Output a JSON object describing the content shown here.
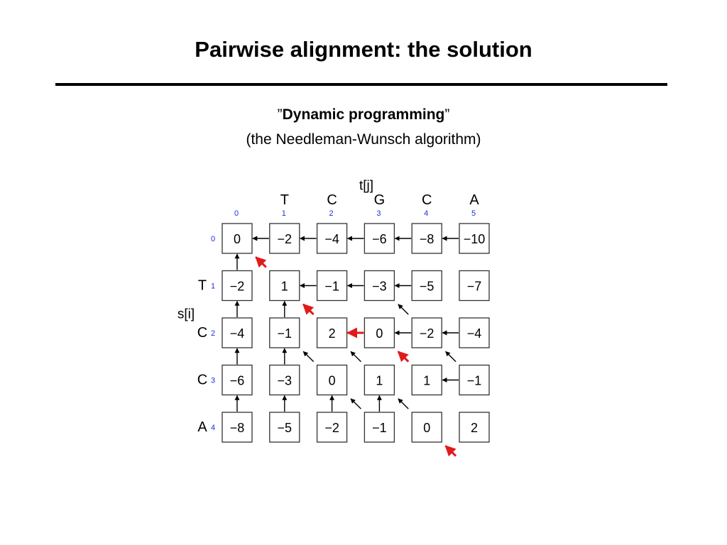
{
  "slide": {
    "title": "Pairwise alignment: the solution",
    "subtitle_open_quote": "”",
    "subtitle_bold": "Dynamic programming",
    "subtitle_close_quote": "”",
    "subtitle_paren": "(the Needleman-Wunsch algorithm)"
  },
  "diagram": {
    "col_axis_label": "t[j]",
    "row_axis_label": "s[i]",
    "col_letters": [
      "",
      "T",
      "C",
      "G",
      "C",
      "A"
    ],
    "col_indices": [
      "0",
      "1",
      "2",
      "3",
      "4",
      "5"
    ],
    "row_letters": [
      "",
      "T",
      "C",
      "C",
      "A"
    ],
    "row_indices": [
      "0",
      "1",
      "2",
      "3",
      "4"
    ],
    "matrix": [
      [
        "0",
        "−2",
        "−4",
        "−6",
        "−8",
        "−10"
      ],
      [
        "−2",
        "1",
        "−1",
        "−3",
        "−5",
        "−7"
      ],
      [
        "−4",
        "−1",
        "2",
        "0",
        "−2",
        "−4"
      ],
      [
        "−6",
        "−3",
        "0",
        "1",
        "1",
        "−1"
      ],
      [
        "−8",
        "−5",
        "−2",
        "−1",
        "0",
        "2"
      ]
    ],
    "left_arrows": [
      [
        0,
        1
      ],
      [
        0,
        2
      ],
      [
        0,
        3
      ],
      [
        0,
        4
      ],
      [
        0,
        5
      ],
      [
        1,
        2
      ],
      [
        1,
        3
      ],
      [
        1,
        4
      ],
      [
        2,
        3
      ],
      [
        2,
        4
      ],
      [
        2,
        5
      ],
      [
        3,
        5
      ]
    ],
    "left_arrows_traceback": [
      [
        2,
        3
      ]
    ],
    "up_arrows": [
      [
        1,
        0
      ],
      [
        2,
        0
      ],
      [
        3,
        0
      ],
      [
        4,
        0
      ],
      [
        2,
        1
      ],
      [
        3,
        1
      ],
      [
        4,
        1
      ],
      [
        4,
        2
      ],
      [
        4,
        3
      ]
    ],
    "diag_arrows": [
      [
        1,
        1
      ],
      [
        2,
        2
      ],
      [
        2,
        4
      ],
      [
        3,
        2
      ],
      [
        3,
        3
      ],
      [
        3,
        4
      ],
      [
        3,
        5
      ],
      [
        4,
        3
      ],
      [
        4,
        4
      ],
      [
        5,
        5
      ]
    ],
    "diag_arrows_traceback": [
      [
        1,
        1
      ],
      [
        2,
        2
      ],
      [
        3,
        4
      ],
      [
        5,
        5
      ]
    ],
    "colors": {
      "traceback": "#e11a1a",
      "index": "#1a2fd6",
      "arrow": "#000000",
      "cell_border": "#333333"
    }
  }
}
